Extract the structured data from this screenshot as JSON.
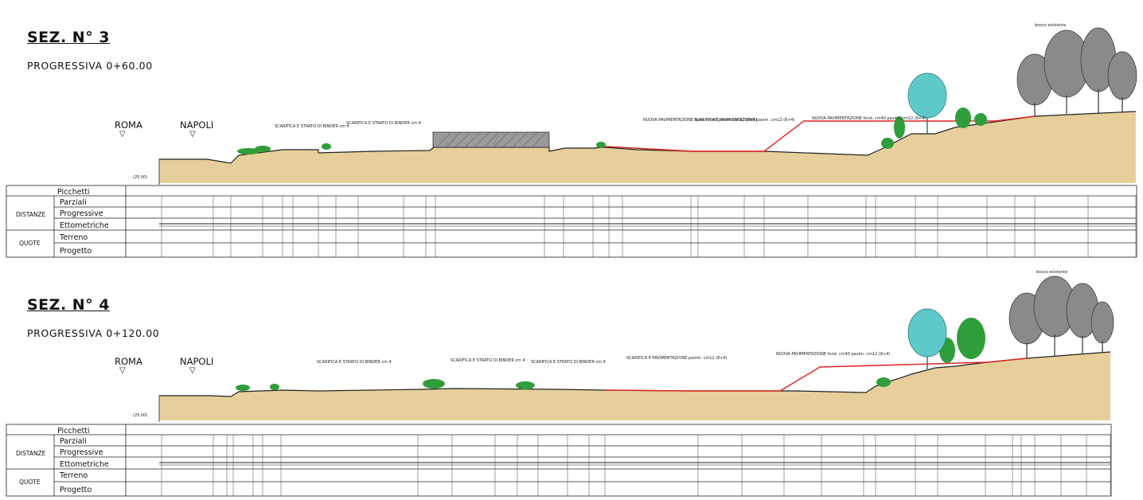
{
  "sections": [
    {
      "title": "SEZ. N° 3",
      "progressive": "PROGRESSIVA  0+60.00",
      "dir_left": "ROMA",
      "dir_right": "NAPOLI",
      "datum": "(25.00)",
      "notes": [
        "SCARIFICA E STRATO DI BINDER cm 4",
        "SCARIFICA E STRATO DI BINDER cm 4",
        "NUOVA PAVIMENTAZIONE fond. cm40 pavim. cm12 (8+4)",
        "SCARIFICA E PAVIMENTAZIONE pavim. cm12 (8+4)",
        "NUOVA PAVIMENTAZIONE fond. cm40 pavim. cm12 (8+4)"
      ],
      "tree_label": "bosco esistente",
      "row_labels": {
        "picchetti": "Picchetti",
        "parziali": "Parziali",
        "progressive": "Progressive",
        "ettometriche": "Ettometriche",
        "terreno": "Terreno",
        "progetto": "Progetto",
        "group_distanze": "DISTANZE",
        "group_quote": "QUOTE"
      }
    },
    {
      "title": "SEZ. N° 4",
      "progressive": "PROGRESSIVA  0+120.00",
      "dir_left": "ROMA",
      "dir_right": "NAPOLI",
      "datum": "(25.00)",
      "notes": [
        "SCARIFICA E STRATO DI BINDER cm 4",
        "SCARIFICA E STRATO DI BINDER cm 4",
        "SCARIFICA E STRATO DI BINDER cm 4",
        "SCARIFICA E PAVIMENTAZIONE pavim. cm12 (8+4)",
        "NUOVA PAVIMENTAZIONE fond. cm40 pavim. cm12 (8+4)"
      ],
      "tree_label": "bosco esistente",
      "row_labels": {
        "picchetti": "Picchetti",
        "parziali": "Parziali",
        "progressive": "Progressive",
        "ettometriche": "Ettometriche",
        "terreno": "Terreno",
        "progetto": "Progetto",
        "group_distanze": "DISTANZE",
        "group_quote": "QUOTE"
      }
    }
  ],
  "colors": {
    "fill_earth": "#e6cf9a",
    "design_line": "#e02020",
    "vegetation": "#2f9e3a",
    "tree_cyan": "#5fc9c9",
    "tree_gray": "#555555"
  }
}
